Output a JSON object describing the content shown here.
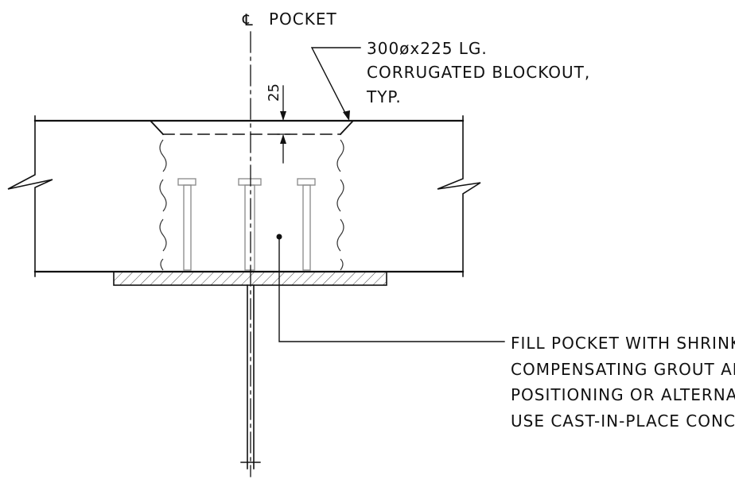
{
  "centerline": {
    "symbol": "℄",
    "label": "POCKET"
  },
  "blockout_note": [
    "300øx225 LG.",
    "CORRUGATED BLOCKOUT,",
    "TYP."
  ],
  "dimension": {
    "value": "25"
  },
  "grout_note": [
    "FILL POCKET WITH SHRINKAGE",
    "COMPENSATING GROUT AFTER FINAL",
    "POSITIONING OR ALTERNATIVELY",
    "USE CAST-IN-PLACE CONCRETE"
  ]
}
